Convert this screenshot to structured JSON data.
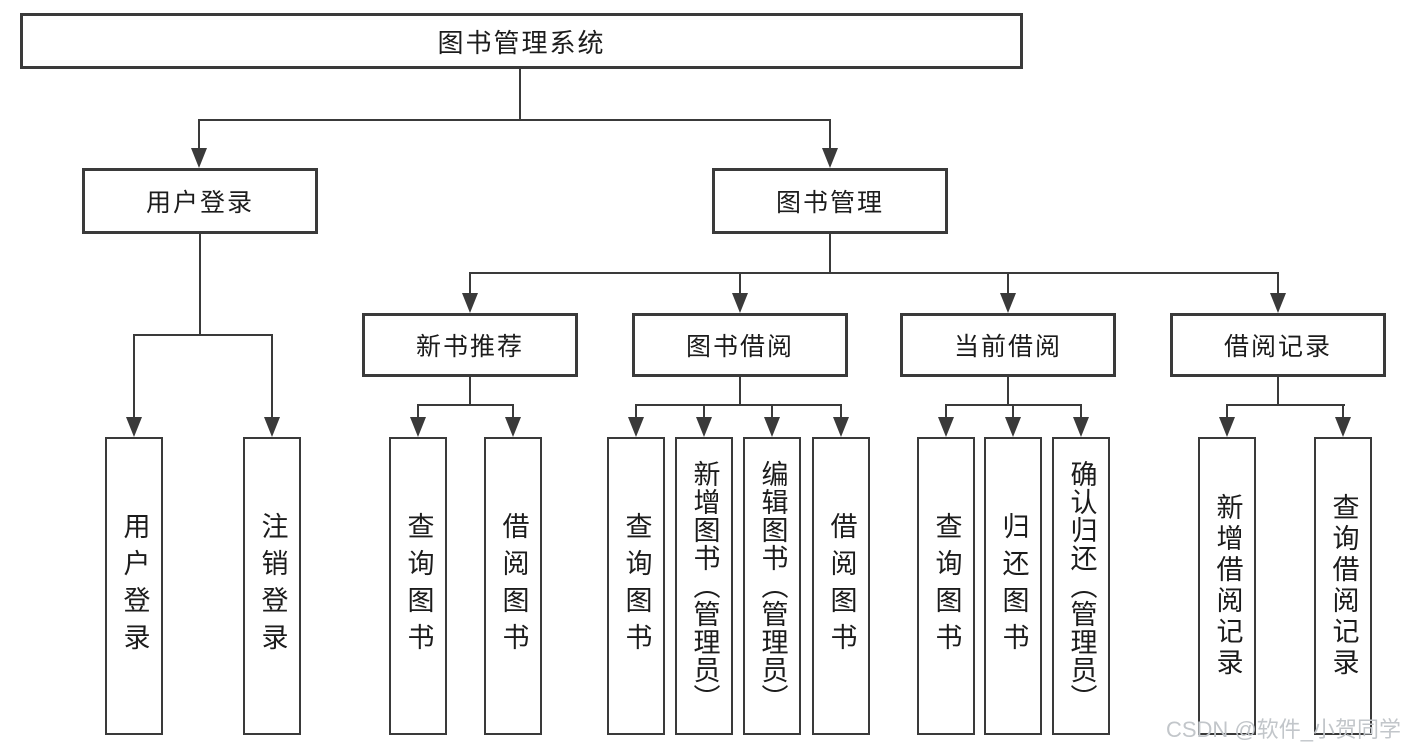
{
  "tree": {
    "root": {
      "label": "图书管理系统"
    },
    "children": [
      {
        "label": "用户登录",
        "leaves": [
          "用户登录",
          "注销登录"
        ]
      },
      {
        "label": "图书管理",
        "groups": [
          {
            "label": "新书推荐",
            "leaves": [
              "查询图书",
              "借阅图书"
            ]
          },
          {
            "label": "图书借阅",
            "leaves": [
              "查询图书",
              "新增图书（管理员）",
              "编辑图书（管理员）",
              "借阅图书"
            ]
          },
          {
            "label": "当前借阅",
            "leaves": [
              "查询图书",
              "归还图书",
              "确认归还（管理员）"
            ]
          },
          {
            "label": "借阅记录",
            "leaves": [
              "新增借阅记录",
              "查询借阅记录"
            ]
          }
        ]
      }
    ]
  },
  "watermark": "CSDN @软件_小贺同学",
  "colors": {
    "line": "#3a3a3a",
    "text": "#1c1c1c",
    "watermark": "#c2c6ca",
    "background": "#ffffff"
  }
}
